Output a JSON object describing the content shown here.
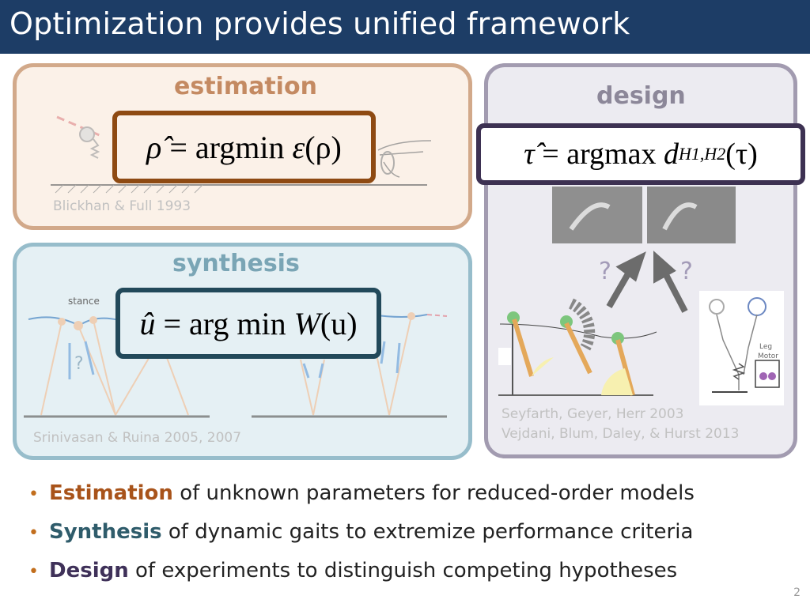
{
  "slide": {
    "title": "Optimization provides unified framework",
    "page_number": "2"
  },
  "panels": {
    "estimation": {
      "title": "estimation",
      "citation": "Blickhan & Full 1993"
    },
    "synthesis": {
      "title": "synthesis",
      "citation": "Srinivasan & Ruina 2005, 2007",
      "stance_label": "stance",
      "question_mark": "?"
    },
    "design": {
      "title": "design",
      "citation_line1": "Seyfarth, Geyer, Herr 2003",
      "citation_line2": "Vejdani, Blum, Daley, & Hurst 2013",
      "question_left": "?",
      "question_right": "?",
      "leg_label": "Leg",
      "motor_label": "Motor"
    }
  },
  "equations": {
    "estimation": {
      "lhs": "ρ̂",
      "op": " = ",
      "fn": "argmin ",
      "sym": "ε",
      "arg": "(ρ)"
    },
    "synthesis": {
      "lhs": "û",
      "op": " = ",
      "fn": "arg min ",
      "sym": "W",
      "arg": "(u)"
    },
    "design": {
      "lhs": "τ̂",
      "op": " = ",
      "fn": "argmax ",
      "sym": "d",
      "sub": "H1,H2",
      "arg": "(τ)"
    }
  },
  "bullets": [
    {
      "keyword": "Estimation",
      "rest": " of unknown parameters for reduced-order models"
    },
    {
      "keyword": "Synthesis",
      "rest": " of dynamic gaits to extremize performance criteria"
    },
    {
      "keyword": "Design",
      "rest": " of experiments to distinguish competing hypotheses"
    }
  ],
  "colors": {
    "title_bar": "#1d3d66",
    "estimation_accent": "#a8531a",
    "synthesis_accent": "#2f5c6b",
    "design_accent": "#3f3159",
    "bullet_dot": "#c26e1d"
  }
}
